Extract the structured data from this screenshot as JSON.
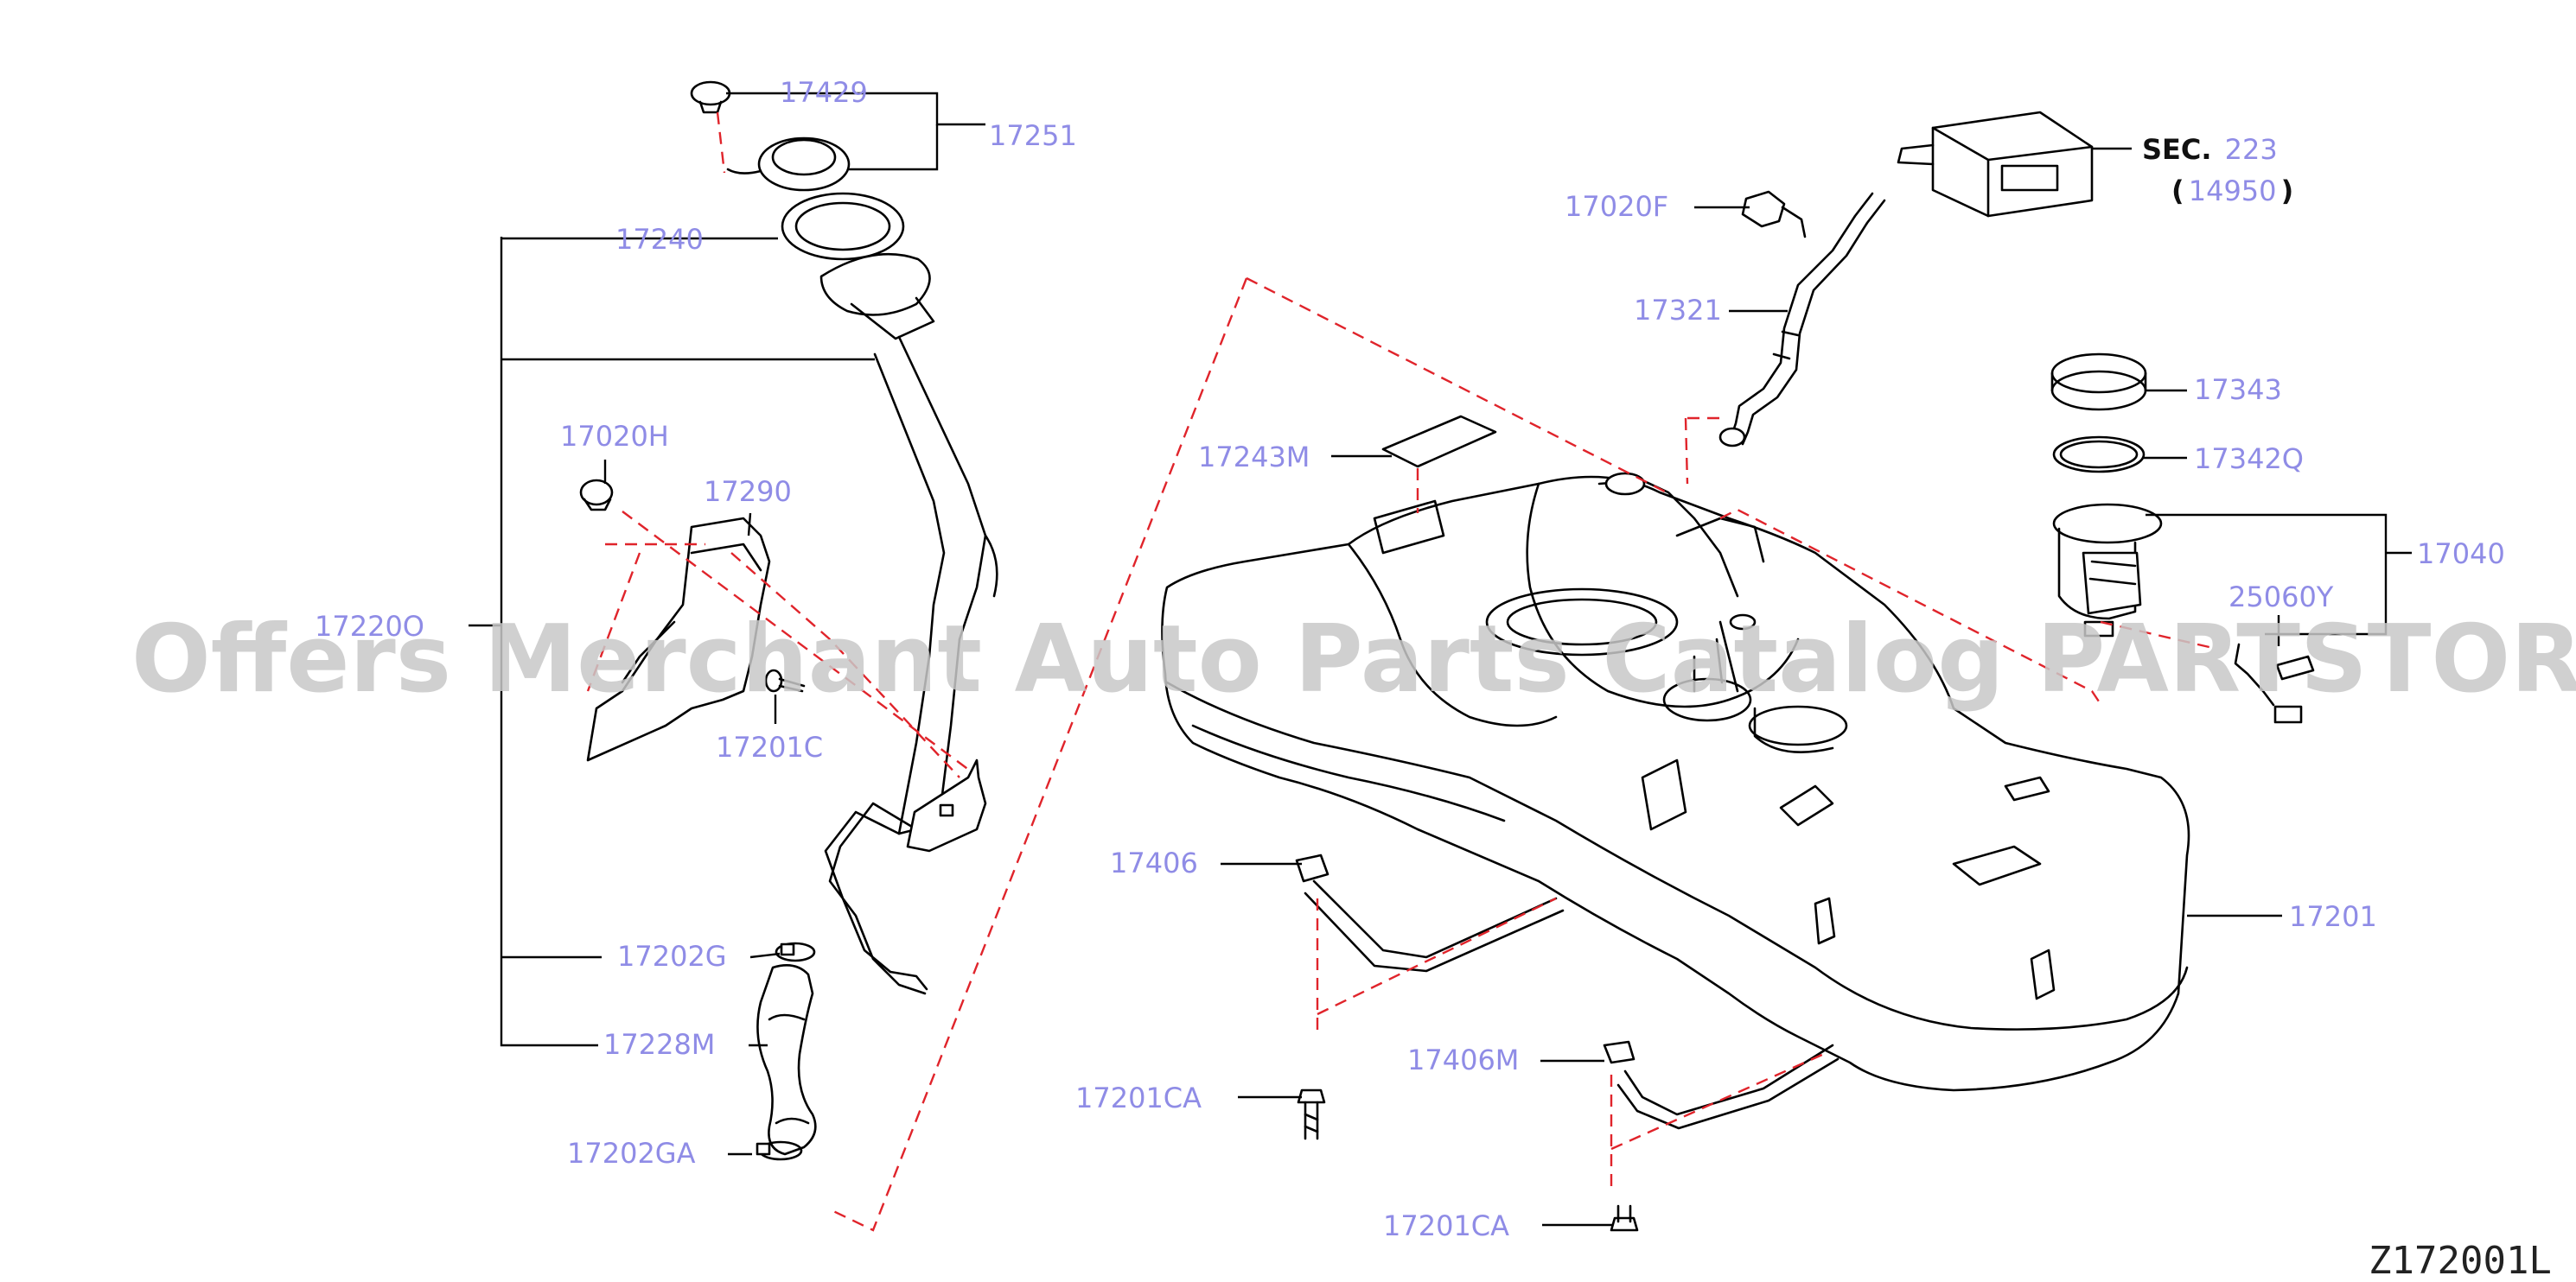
{
  "labels": {
    "p17429": "17429",
    "p17251": "17251",
    "p17240": "17240",
    "p17020H": "17020H",
    "p17290": "17290",
    "p17220O": "17220O",
    "p17201C": "17201C",
    "p17202G": "17202G",
    "p17228M": "17228M",
    "p17202GA": "17202GA",
    "p17020F": "17020F",
    "p17321": "17321",
    "sec_prefix": "SEC.",
    "sec_num": "223",
    "sec_paren_open": "(",
    "sec_ref": "14950",
    "sec_paren_close": ")",
    "p17343": "17343",
    "p17342Q": "17342Q",
    "p17040": "17040",
    "p25060Y": "25060Y",
    "p17243M": "17243M",
    "p17406": "17406",
    "p17201": "17201",
    "p17201CA_a": "17201CA",
    "p17406M": "17406M",
    "p17201CA_b": "17201CA"
  },
  "watermark": "Offers Merchant Auto Parts Catalog PARTSTORE.SA",
  "diagram_code": "Z172001L",
  "colors": {
    "label": "#8f8ce6",
    "leader": "#000000",
    "dashed_guide": "#e0242b",
    "watermark": "#c8c8c8"
  }
}
